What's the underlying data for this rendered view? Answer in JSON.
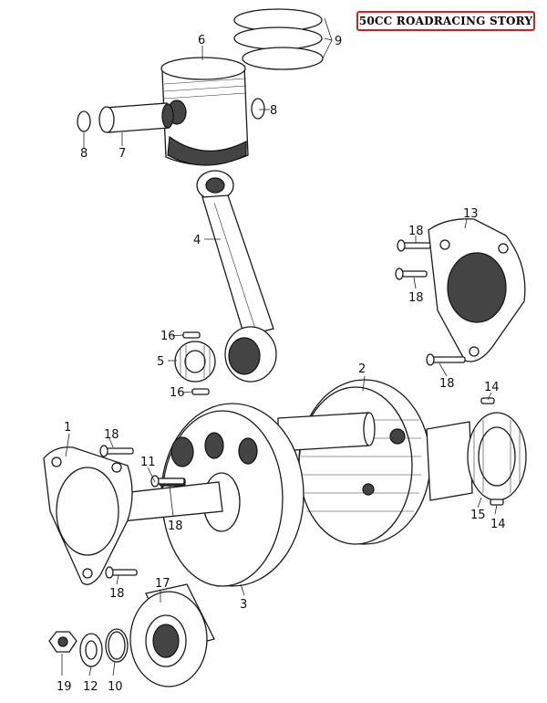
{
  "badge": {
    "text": "50CC ROADRACING STORY"
  },
  "callouts": {
    "c1": "1",
    "c2": "2",
    "c3": "3",
    "c4": "4",
    "c5": "5",
    "c6": "6",
    "c7": "7",
    "c8a": "8",
    "c8b": "8",
    "c9": "9",
    "c10": "10",
    "c11": "11",
    "c12": "12",
    "c13": "13",
    "c14a": "14",
    "c14b": "14",
    "c15": "15",
    "c16a": "16",
    "c16b": "16",
    "c17": "17",
    "c18a": "18",
    "c18b": "18",
    "c18c": "18",
    "c18d": "18",
    "c18e": "18",
    "c18f": "18",
    "c19": "19"
  }
}
